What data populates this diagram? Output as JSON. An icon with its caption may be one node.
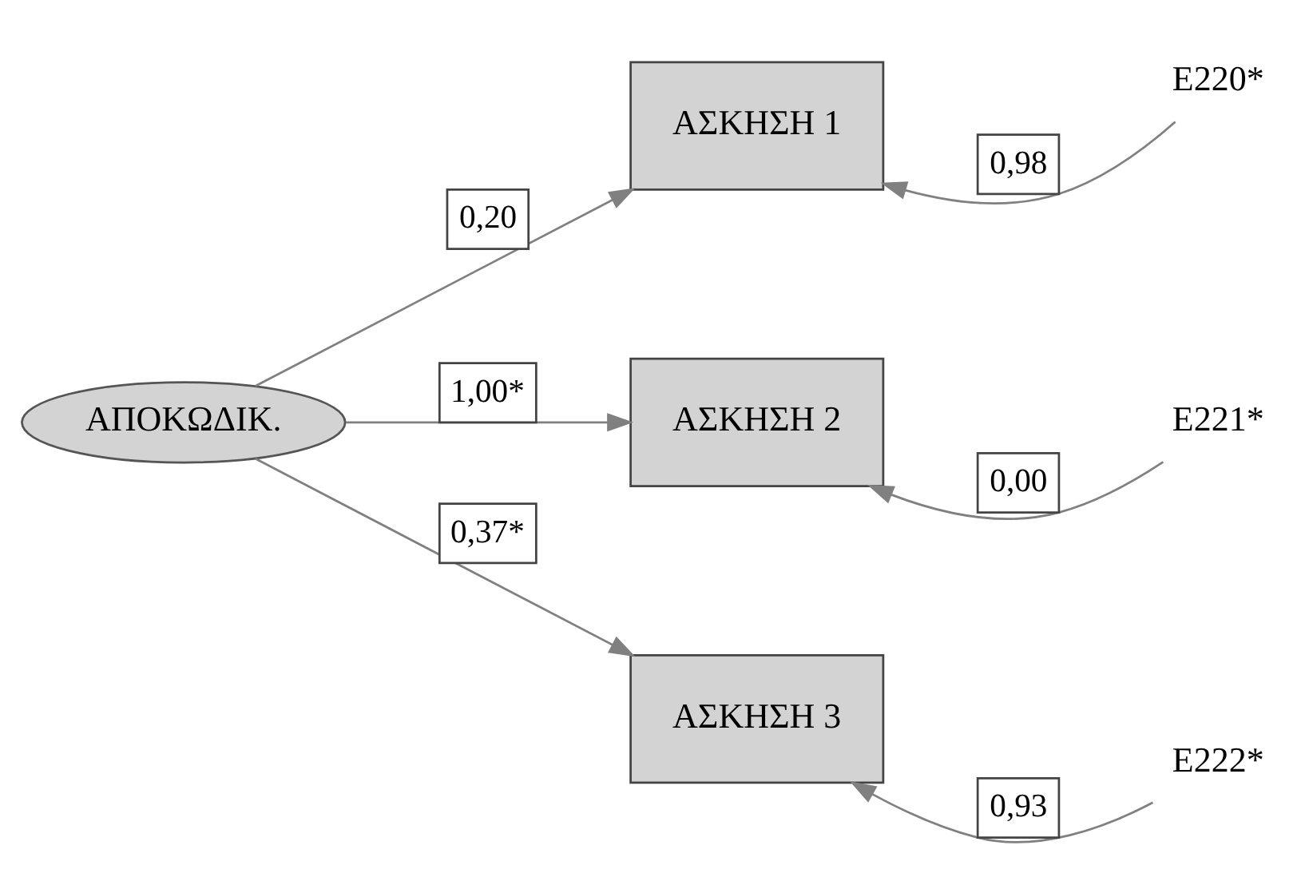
{
  "diagram": {
    "nodes": [
      {
        "text": [
          "ΑΠΟΚΩΔΙΚ."
        ]
      },
      {
        "text": [
          "ΑΣΚΗΣΗ 1"
        ]
      },
      {
        "text": [
          "ΑΣΚΗΣΗ 2"
        ]
      },
      {
        "text": [
          "ΑΣΚΗΣΗ 3"
        ]
      },
      {
        "text": [
          "E220*"
        ]
      },
      {
        "text": [
          "E221*"
        ]
      },
      {
        "text": [
          "E222*"
        ]
      }
    ],
    "edges": [
      {
        "from": 0,
        "to": 1,
        "arrow": "to",
        "label": "0,20"
      },
      {
        "from": 0,
        "to": 2,
        "arrow": "to",
        "label": "1,00*"
      },
      {
        "from": 0,
        "to": 3,
        "arrow": "to",
        "label": "0,37*"
      },
      {
        "from": 4,
        "to": 1,
        "arrow": "to",
        "label": "0,98"
      },
      {
        "from": 5,
        "to": 2,
        "arrow": "to",
        "label": "0,00"
      },
      {
        "from": 6,
        "to": 3,
        "arrow": "to",
        "label": "0,93"
      }
    ]
  }
}
